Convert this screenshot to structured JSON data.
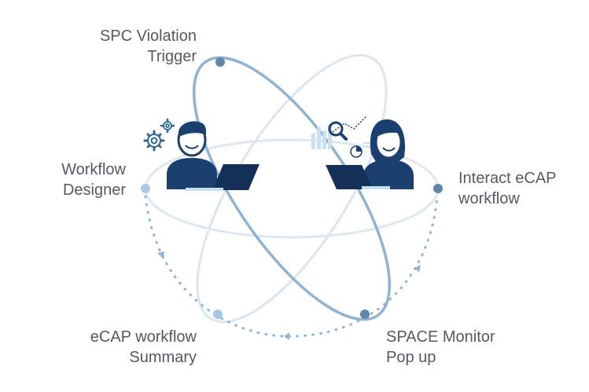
{
  "labels": {
    "spc_violation": [
      "SPC Violation",
      "Trigger"
    ],
    "workflow_designer": [
      "Workflow",
      "Designer"
    ],
    "interact_ecap": [
      "Interact eCAP",
      "workflow"
    ],
    "ecap_summary": [
      "eCAP workflow",
      "Summary"
    ],
    "space_monitor": [
      "SPACE Monitor",
      "Pop up"
    ]
  },
  "colors": {
    "orbit_dark": "#8fb3d0",
    "orbit_light": "#d7e4ee",
    "node_dark": "#5f86a8",
    "node_light": "#a9c8e2",
    "figure_navy": "#1b3f6e",
    "skin": "#ffffff",
    "accent": "#c8e0f2"
  },
  "icons": [
    "gear-icon",
    "magnifier-icon",
    "bar-chart-icon",
    "pie-chart-icon",
    "laptop-icon"
  ]
}
